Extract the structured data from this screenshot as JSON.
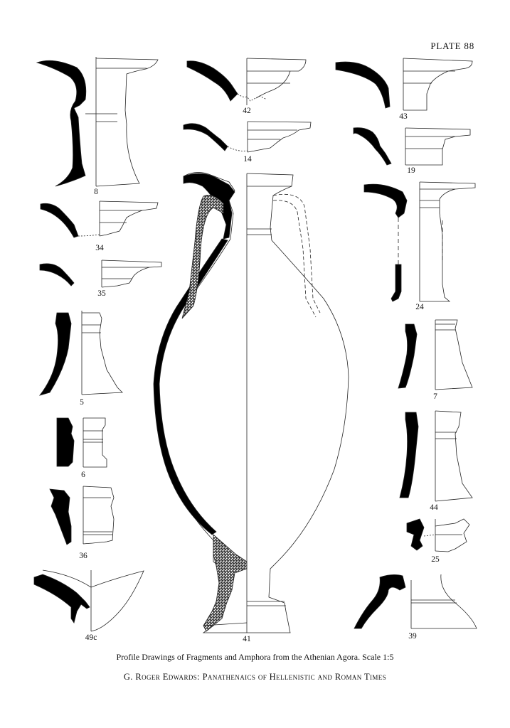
{
  "plate_label": "PLATE 88",
  "figures": [
    {
      "id": "fig-8",
      "label": "8"
    },
    {
      "id": "fig-42",
      "label": "42"
    },
    {
      "id": "fig-43",
      "label": "43"
    },
    {
      "id": "fig-14",
      "label": "14"
    },
    {
      "id": "fig-19",
      "label": "19"
    },
    {
      "id": "fig-34",
      "label": "34"
    },
    {
      "id": "fig-35",
      "label": "35"
    },
    {
      "id": "fig-24",
      "label": "24"
    },
    {
      "id": "fig-5",
      "label": "5"
    },
    {
      "id": "fig-7",
      "label": "7"
    },
    {
      "id": "fig-6",
      "label": "6"
    },
    {
      "id": "fig-44",
      "label": "44"
    },
    {
      "id": "fig-36",
      "label": "36"
    },
    {
      "id": "fig-25",
      "label": "25"
    },
    {
      "id": "fig-49c",
      "label": "49c"
    },
    {
      "id": "fig-41",
      "label": "41"
    },
    {
      "id": "fig-39",
      "label": "39"
    }
  ],
  "caption": "Profile Drawings of Fragments and Amphora from the Athenian Agora.   Scale 1:5",
  "credit": {
    "author": "G. Roger Edwards:",
    "title": "Panathenaics of Hellenistic and Roman Times"
  }
}
